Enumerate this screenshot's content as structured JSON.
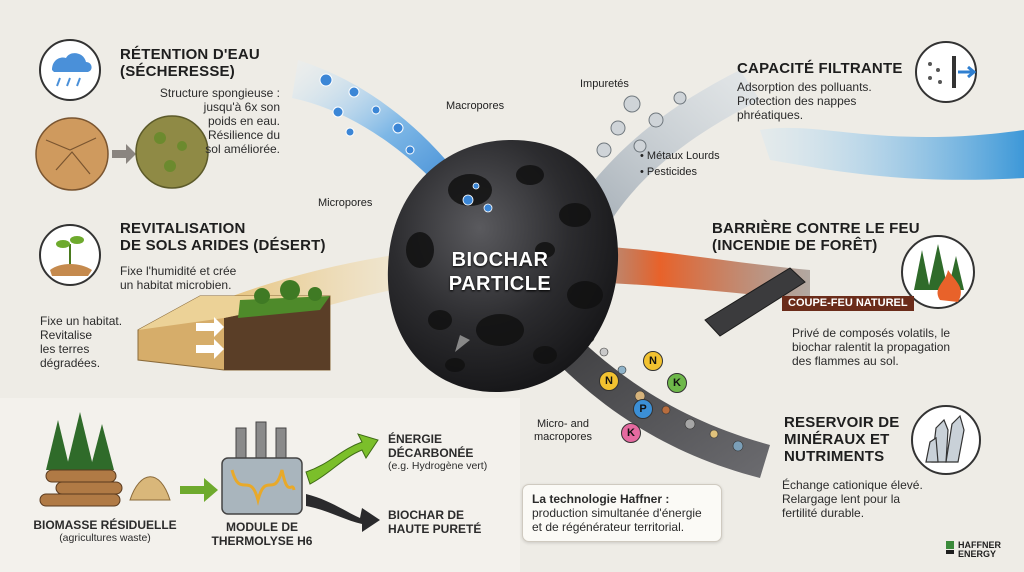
{
  "core": {
    "title_line1": "BIOCHAR",
    "title_line2": "PARTICLE"
  },
  "pores": {
    "macro": "Macropores",
    "micro": "Micropores",
    "micro_macro_line1": "Micro- and",
    "micro_macro_line2": "macropores"
  },
  "water": {
    "title_line1": "RÉTENTION D'EAU",
    "title_line2": "(SÉCHERESSE)",
    "desc_line1": "Structure spongieuse :",
    "desc_line2": "jusqu'à 6x son",
    "desc_line3": "poids en eau.",
    "desc_line4": "Résilience du",
    "desc_line5": "sol améliorée."
  },
  "soil": {
    "title_line1": "REVITALISATION",
    "title_line2": "DE SOLS ARIDES (DÉSERT)",
    "desc_line1": "Fixe l'humidité et crée",
    "desc_line2": "un habitat microbien.",
    "side_line1": "Fixe un habitat.",
    "side_line2": "Revitalise",
    "side_line3": "les terres",
    "side_line4": "dégradées."
  },
  "filter": {
    "title": "CAPACITÉ FILTRANTE",
    "desc_line1": "Adsorption des polluants.",
    "desc_line2": "Protection des nappes",
    "desc_line3": "phréatiques.",
    "impurities": "Impuretés",
    "metals": "• Métaux Lourds",
    "pesticides": "• Pesticides"
  },
  "fire": {
    "title_line1": "BARRIÈRE CONTRE LE FEU",
    "title_line2": "(INCENDIE DE FORÊT)",
    "badge": "COUPE-FEU NATUREL",
    "desc_line1": "Privé de composés volatils, le",
    "desc_line2": "biochar ralentit la propagation",
    "desc_line3": "des flammes au sol."
  },
  "minerals": {
    "title_line1": "RESERVOIR DE",
    "title_line2": "MINÉRAUX ET",
    "title_line3": "NUTRIMENTS",
    "desc_line1": "Échange cationique élevé.",
    "desc_line2": "Relargage lent pour la",
    "desc_line3": "fertilité durable.",
    "letters": [
      "N",
      "P",
      "K",
      "N",
      "K"
    ]
  },
  "process": {
    "biomass_line1": "BIOMASSE RÉSIDUELLE",
    "biomass_line2": "(agricultures waste)",
    "module_line1": "MODULE DE",
    "module_line2": "THERMOLYSE H6",
    "energy_line1": "ÉNERGIE",
    "energy_line2": "DÉCARBONÉE",
    "energy_line3": "(e.g. Hydrogène vert)",
    "biochar_line1": "BIOCHAR DE",
    "biochar_line2": "HAUTE PURETÉ"
  },
  "note": {
    "title": "La technologie Haffner :",
    "line1": "production simultanée d'énergie",
    "line2": "et de régénérateur territorial."
  },
  "logo": {
    "line1": "HAFFNER",
    "line2": "ENERGY"
  },
  "colors": {
    "background": "#eeece6",
    "water_blue": "#4a90d9",
    "fire_orange": "#e8622a",
    "biochar_dark": "#2a2a2c",
    "energy_green": "#7bbf2a"
  }
}
